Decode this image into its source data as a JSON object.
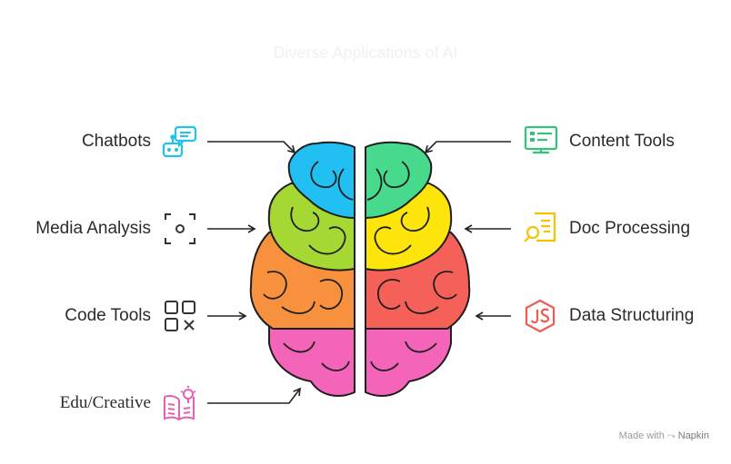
{
  "title": "Diverse Applications of AI",
  "left_items": [
    {
      "label": "Chatbots",
      "icon": "chatbot-icon",
      "color": "#1ec3f0"
    },
    {
      "label": "Media Analysis",
      "icon": "scan-icon",
      "color": "#333333"
    },
    {
      "label": "Code Tools",
      "icon": "grid-code-icon",
      "color": "#333333"
    },
    {
      "label": "Edu/Creative",
      "icon": "book-idea-icon",
      "color": "#e95fb3"
    }
  ],
  "right_items": [
    {
      "label": "Content Tools",
      "icon": "monitor-icon",
      "color": "#33c47c"
    },
    {
      "label": "Doc Processing",
      "icon": "document-search-icon",
      "color": "#f0c400"
    },
    {
      "label": "Data Structuring",
      "icon": "js-hexagon-icon",
      "color": "#f05a4f"
    }
  ],
  "brain_colors": {
    "blue": "#22c0f2",
    "lime": "#a6d834",
    "orange": "#f8913d",
    "pink": "#f464b9",
    "green": "#47da8d",
    "yellow": "#fde50c",
    "red": "#f56158"
  },
  "credit": {
    "prefix": "Made with",
    "brand": "Napkin"
  }
}
